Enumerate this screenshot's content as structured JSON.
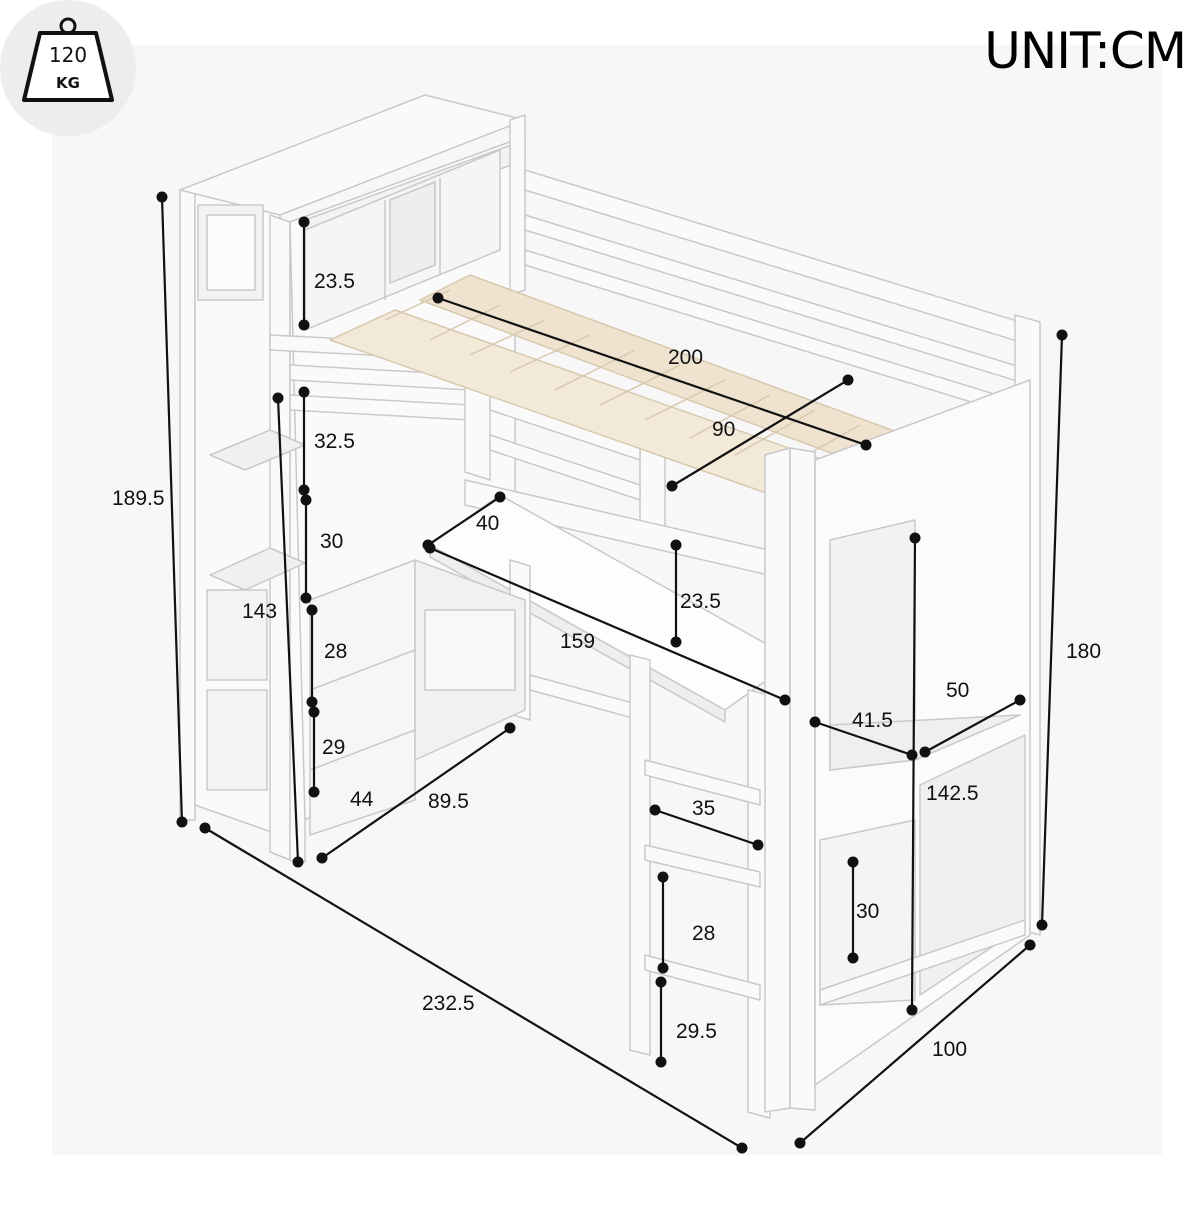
{
  "unit_label": "UNIT:CM",
  "weight_badge": {
    "line1": "120",
    "line2": "KG"
  },
  "dimensions": {
    "total_height": "189.5",
    "shelf_upper_top": "23.5",
    "shelf_gap_a": "32.5",
    "shelf_gap_b": "30",
    "shelf_height_left": "143",
    "shelf_gap_c": "28",
    "shelf_gap_d": "29",
    "shelf_depth_left": "44",
    "desk_leg_span": "89.5",
    "mattress_length": "200",
    "mattress_width": "90",
    "desk_depth": "40",
    "desk_clearance": "23.5",
    "desk_length": "159",
    "wardrobe_depth": "50",
    "wardrobe_shelf_depth": "41.5",
    "wardrobe_height": "142.5",
    "ladder_width": "35",
    "wardrobe_shelf_gap": "30",
    "ladder_rung_gap": "28",
    "ladder_bottom_gap": "29.5",
    "overall_length": "232.5",
    "overall_width": "100",
    "bed_height": "180"
  }
}
